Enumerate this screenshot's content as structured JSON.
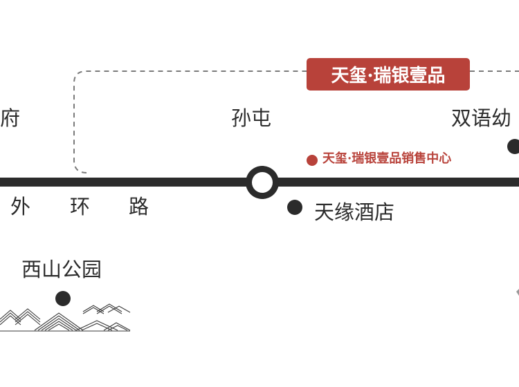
{
  "project_tag": "天玺·瑞银壹品",
  "sales_center": "天玺·瑞银壹品销售中心",
  "road": {
    "chars": [
      "外",
      "环",
      "路"
    ]
  },
  "places": {
    "left_cut": "府",
    "suntun": "孙屯",
    "bilingual_kindergarten": "双语幼",
    "tianyuan_hotel": "天缘酒店",
    "xishan_park": "西山公园"
  },
  "colors": {
    "accent": "#b8423a",
    "road": "#2b2b2b",
    "dashed": "#777777"
  },
  "icons": {
    "station": "ring-station-icon",
    "poi": "poi-dot-icon",
    "mountain": "mountain-icon"
  }
}
